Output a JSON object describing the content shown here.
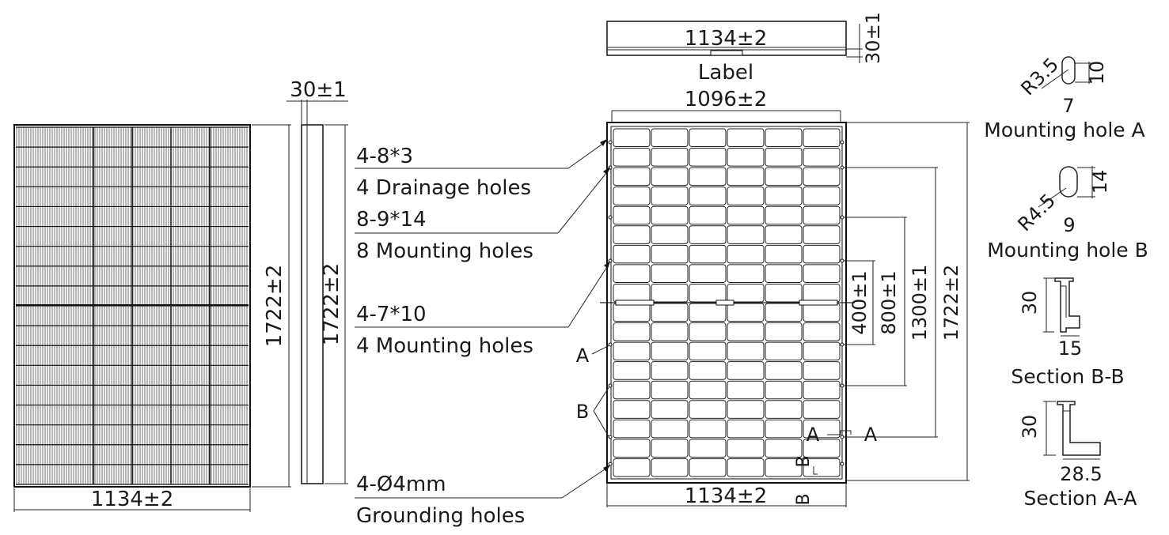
{
  "front_view": {
    "width_dim": "1134±2",
    "height_dim": "1722±2"
  },
  "side_view": {
    "thickness_dim": "30±1",
    "height_dim": "1722±2"
  },
  "top_view": {
    "width_dim": "1134±2",
    "thickness_dim": "30±1",
    "label_text": "Label"
  },
  "back_view": {
    "inner_width_dim": "1096±2",
    "bottom_width_dim": "1134±2",
    "dims_vertical": [
      "400±1",
      "800±1",
      "1300±1",
      "1722±2"
    ],
    "callouts": [
      {
        "spec": "4-8*3",
        "desc": "4 Drainage holes"
      },
      {
        "spec": "8-9*14",
        "desc": "8 Mounting holes"
      },
      {
        "spec": "4-7*10",
        "desc": "4 Mounting holes"
      },
      {
        "spec": "4-Ø4mm",
        "desc": "Grounding holes"
      }
    ],
    "marker_a": "A",
    "marker_b": "B",
    "section_aa_left": "A",
    "section_aa_right": "A",
    "section_bb_top": "B",
    "section_bb_bottom": "B"
  },
  "details": {
    "hole_a": {
      "radius": "R3.5",
      "width": "7",
      "height": "10",
      "title": "Mounting hole A"
    },
    "hole_b": {
      "radius": "R4.5",
      "width": "9",
      "height": "14",
      "title": "Mounting hole B"
    },
    "section_bb": {
      "height": "30",
      "width": "15",
      "title": "Section  B-B"
    },
    "section_aa": {
      "height": "30",
      "width": "28.5",
      "title": "Section  A-A"
    }
  }
}
